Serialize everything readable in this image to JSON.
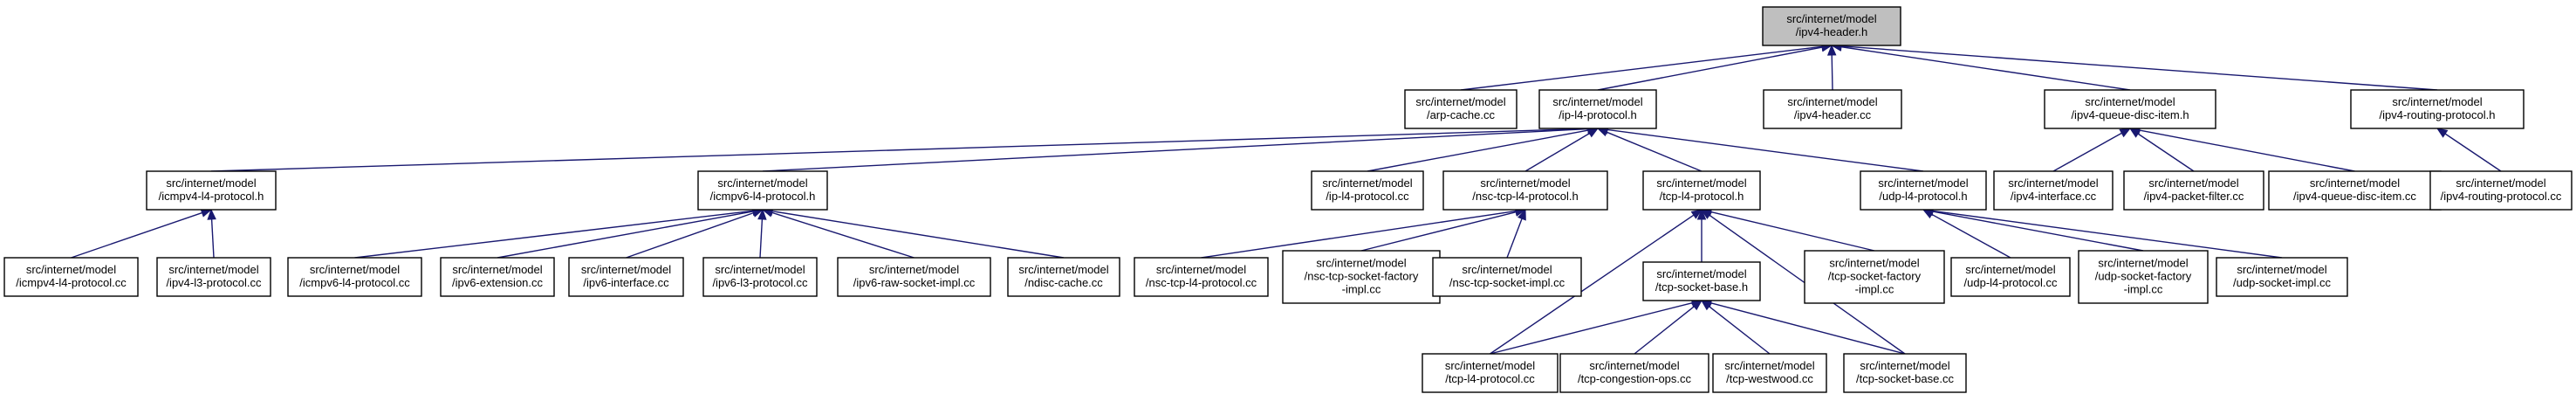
{
  "diagram": {
    "nodes": [
      {
        "id": "root",
        "lines": [
          "src/internet/model",
          "/ipv4-header.h"
        ],
        "root": true
      },
      {
        "id": "arp",
        "lines": [
          "src/internet/model",
          "/arp-cache.cc"
        ]
      },
      {
        "id": "ipl4h",
        "lines": [
          "src/internet/model",
          "/ip-l4-protocol.h"
        ]
      },
      {
        "id": "hdrcc",
        "lines": [
          "src/internet/model",
          "/ipv4-header.cc"
        ]
      },
      {
        "id": "qdih",
        "lines": [
          "src/internet/model",
          "/ipv4-queue-disc-item.h"
        ]
      },
      {
        "id": "rph",
        "lines": [
          "src/internet/model",
          "/ipv4-routing-protocol.h"
        ]
      },
      {
        "id": "icmp4h",
        "lines": [
          "src/internet/model",
          "/icmpv4-l4-protocol.h"
        ]
      },
      {
        "id": "icmp6h",
        "lines": [
          "src/internet/model",
          "/icmpv6-l4-protocol.h"
        ]
      },
      {
        "id": "ipl4cc",
        "lines": [
          "src/internet/model",
          "/ip-l4-protocol.cc"
        ]
      },
      {
        "id": "nsch",
        "lines": [
          "src/internet/model",
          "/nsc-tcp-l4-protocol.h"
        ]
      },
      {
        "id": "tcph",
        "lines": [
          "src/internet/model",
          "/tcp-l4-protocol.h"
        ]
      },
      {
        "id": "udph",
        "lines": [
          "src/internet/model",
          "/udp-l4-protocol.h"
        ]
      },
      {
        "id": "ifcc",
        "lines": [
          "src/internet/model",
          "/ipv4-interface.cc"
        ]
      },
      {
        "id": "pfcc",
        "lines": [
          "src/internet/model",
          "/ipv4-packet-filter.cc"
        ]
      },
      {
        "id": "qdicc",
        "lines": [
          "src/internet/model",
          "/ipv4-queue-disc-item.cc"
        ]
      },
      {
        "id": "rpcc",
        "lines": [
          "src/internet/model",
          "/ipv4-routing-protocol.cc"
        ]
      },
      {
        "id": "icmp4cc",
        "lines": [
          "src/internet/model",
          "/icmpv4-l4-protocol.cc"
        ]
      },
      {
        "id": "ipv4l3cc",
        "lines": [
          "src/internet/model",
          "/ipv4-l3-protocol.cc"
        ]
      },
      {
        "id": "icmp6cc",
        "lines": [
          "src/internet/model",
          "/icmpv6-l4-protocol.cc"
        ]
      },
      {
        "id": "extcc",
        "lines": [
          "src/internet/model",
          "/ipv6-extension.cc"
        ]
      },
      {
        "id": "if6cc",
        "lines": [
          "src/internet/model",
          "/ipv6-interface.cc"
        ]
      },
      {
        "id": "ipv6l3cc",
        "lines": [
          "src/internet/model",
          "/ipv6-l3-protocol.cc"
        ]
      },
      {
        "id": "rawcc",
        "lines": [
          "src/internet/model",
          "/ipv6-raw-socket-impl.cc"
        ]
      },
      {
        "id": "ndisccc",
        "lines": [
          "src/internet/model",
          "/ndisc-cache.cc"
        ]
      },
      {
        "id": "nsccc",
        "lines": [
          "src/internet/model",
          "/nsc-tcp-l4-protocol.cc"
        ]
      },
      {
        "id": "nscfact",
        "lines": [
          "src/internet/model",
          "/nsc-tcp-socket-factory",
          "-impl.cc"
        ]
      },
      {
        "id": "nscimpl",
        "lines": [
          "src/internet/model",
          "/nsc-tcp-socket-impl.cc"
        ]
      },
      {
        "id": "tsbh",
        "lines": [
          "src/internet/model",
          "/tcp-socket-base.h"
        ]
      },
      {
        "id": "tcpfact",
        "lines": [
          "src/internet/model",
          "/tcp-socket-factory",
          "-impl.cc"
        ]
      },
      {
        "id": "udpcc",
        "lines": [
          "src/internet/model",
          "/udp-l4-protocol.cc"
        ]
      },
      {
        "id": "udpfact",
        "lines": [
          "src/internet/model",
          "/udp-socket-factory",
          "-impl.cc"
        ]
      },
      {
        "id": "udpimpl",
        "lines": [
          "src/internet/model",
          "/udp-socket-impl.cc"
        ]
      },
      {
        "id": "tcpcc",
        "lines": [
          "src/internet/model",
          "/tcp-l4-protocol.cc"
        ]
      },
      {
        "id": "congcc",
        "lines": [
          "src/internet/model",
          "/tcp-congestion-ops.cc"
        ]
      },
      {
        "id": "westcc",
        "lines": [
          "src/internet/model",
          "/tcp-westwood.cc"
        ]
      },
      {
        "id": "tsbcc",
        "lines": [
          "src/internet/model",
          "/tcp-socket-base.cc"
        ]
      }
    ],
    "edges": [
      [
        "arp",
        "root"
      ],
      [
        "ipl4h",
        "root"
      ],
      [
        "hdrcc",
        "root"
      ],
      [
        "qdih",
        "root"
      ],
      [
        "rph",
        "root"
      ],
      [
        "icmp4h",
        "ipl4h"
      ],
      [
        "icmp6h",
        "ipl4h"
      ],
      [
        "ipl4cc",
        "ipl4h"
      ],
      [
        "nsch",
        "ipl4h"
      ],
      [
        "tcph",
        "ipl4h"
      ],
      [
        "udph",
        "ipl4h"
      ],
      [
        "ifcc",
        "qdih"
      ],
      [
        "pfcc",
        "qdih"
      ],
      [
        "qdicc",
        "qdih"
      ],
      [
        "rpcc",
        "rph"
      ],
      [
        "icmp4cc",
        "icmp4h"
      ],
      [
        "ipv4l3cc",
        "icmp4h"
      ],
      [
        "icmp6cc",
        "icmp6h"
      ],
      [
        "extcc",
        "icmp6h"
      ],
      [
        "if6cc",
        "icmp6h"
      ],
      [
        "ipv6l3cc",
        "icmp6h"
      ],
      [
        "rawcc",
        "icmp6h"
      ],
      [
        "ndisccc",
        "icmp6h"
      ],
      [
        "nsccc",
        "nsch"
      ],
      [
        "nscfact",
        "nsch"
      ],
      [
        "nscimpl",
        "nsch"
      ],
      [
        "tcpcc",
        "tcph"
      ],
      [
        "tsbh",
        "tcph"
      ],
      [
        "tcpfact",
        "tcph"
      ],
      [
        "tsbcc",
        "tcph"
      ],
      [
        "udpcc",
        "udph"
      ],
      [
        "udpfact",
        "udph"
      ],
      [
        "udpimpl",
        "udph"
      ],
      [
        "tcpcc",
        "tsbh"
      ],
      [
        "congcc",
        "tsbh"
      ],
      [
        "westcc",
        "tsbh"
      ],
      [
        "tsbcc",
        "tsbh"
      ]
    ]
  }
}
